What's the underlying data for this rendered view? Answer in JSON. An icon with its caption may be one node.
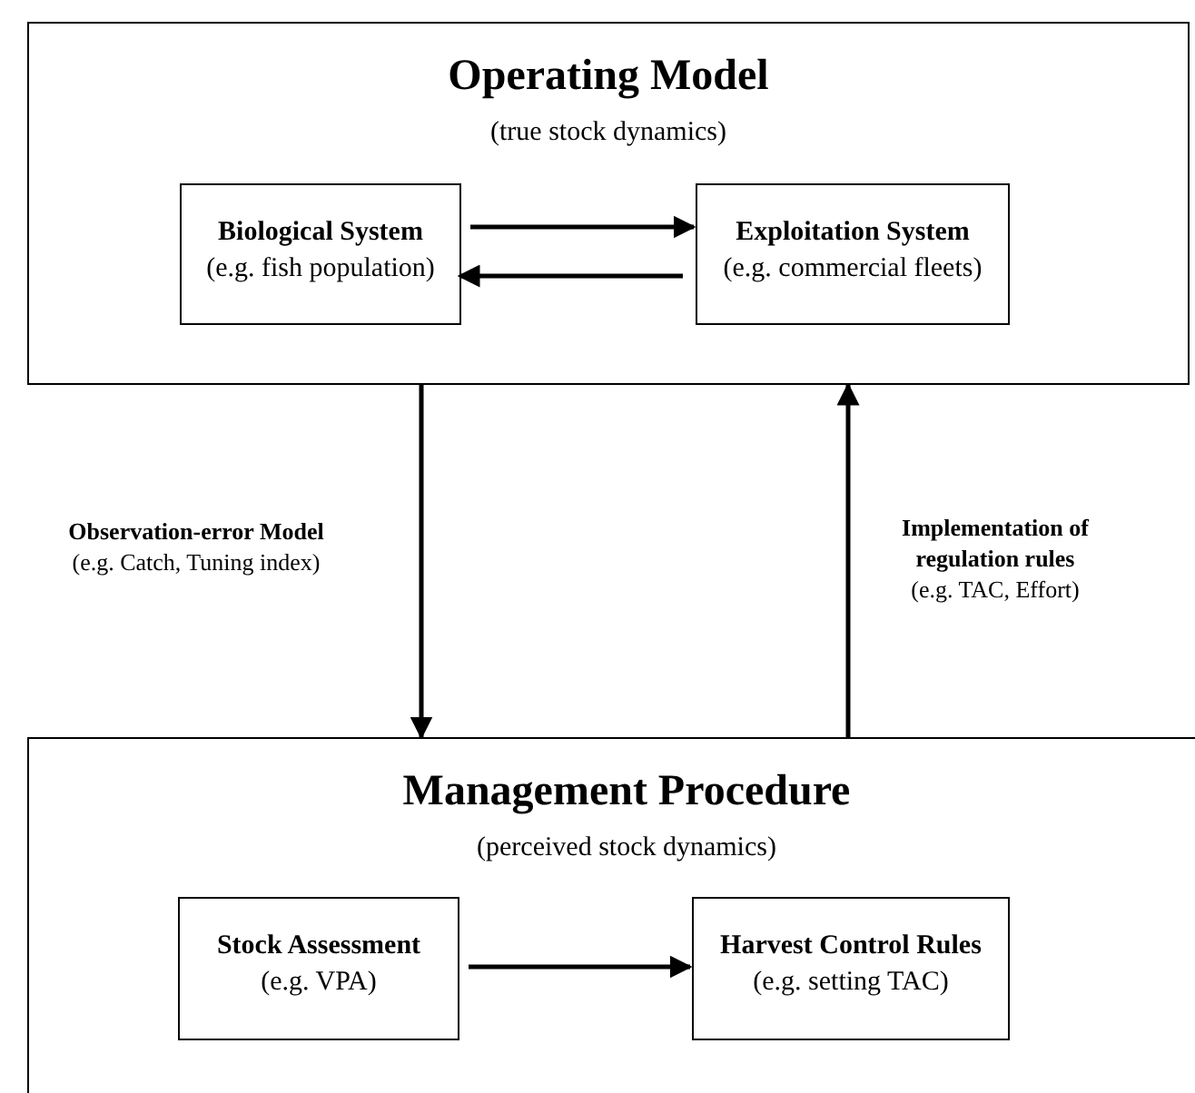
{
  "diagram": {
    "nodes": [
      {
        "text": [
          "Operating Model",
          "(true stock dynamics)"
        ]
      },
      {
        "text": [
          "Biological System",
          "(e.g. fish population)"
        ],
        "in": 0
      },
      {
        "text": [
          "Exploitation System",
          "(e.g. commercial fleets)"
        ],
        "in": 0
      },
      {
        "text": [
          "Management Procedure",
          "(perceived stock dynamics)"
        ]
      },
      {
        "text": [
          "Stock Assessment",
          "(e.g. VPA)"
        ],
        "in": 3
      },
      {
        "text": [
          "Harvest Control Rules",
          "(e.g. setting TAC)"
        ],
        "in": 3
      }
    ],
    "edges": [
      {
        "from": 1,
        "to": 2,
        "arrow": "to"
      },
      {
        "from": 2,
        "to": 1,
        "arrow": "to"
      },
      {
        "from": 0,
        "to": 3,
        "arrow": "to",
        "label": "**Observation-error Model** (e.g. Catch, Tuning index)"
      },
      {
        "from": 3,
        "to": 0,
        "arrow": "to",
        "label": "**Implementation of regulation rules** (e.g. TAC, Effort)"
      },
      {
        "from": 4,
        "to": 5,
        "arrow": "to"
      }
    ]
  }
}
